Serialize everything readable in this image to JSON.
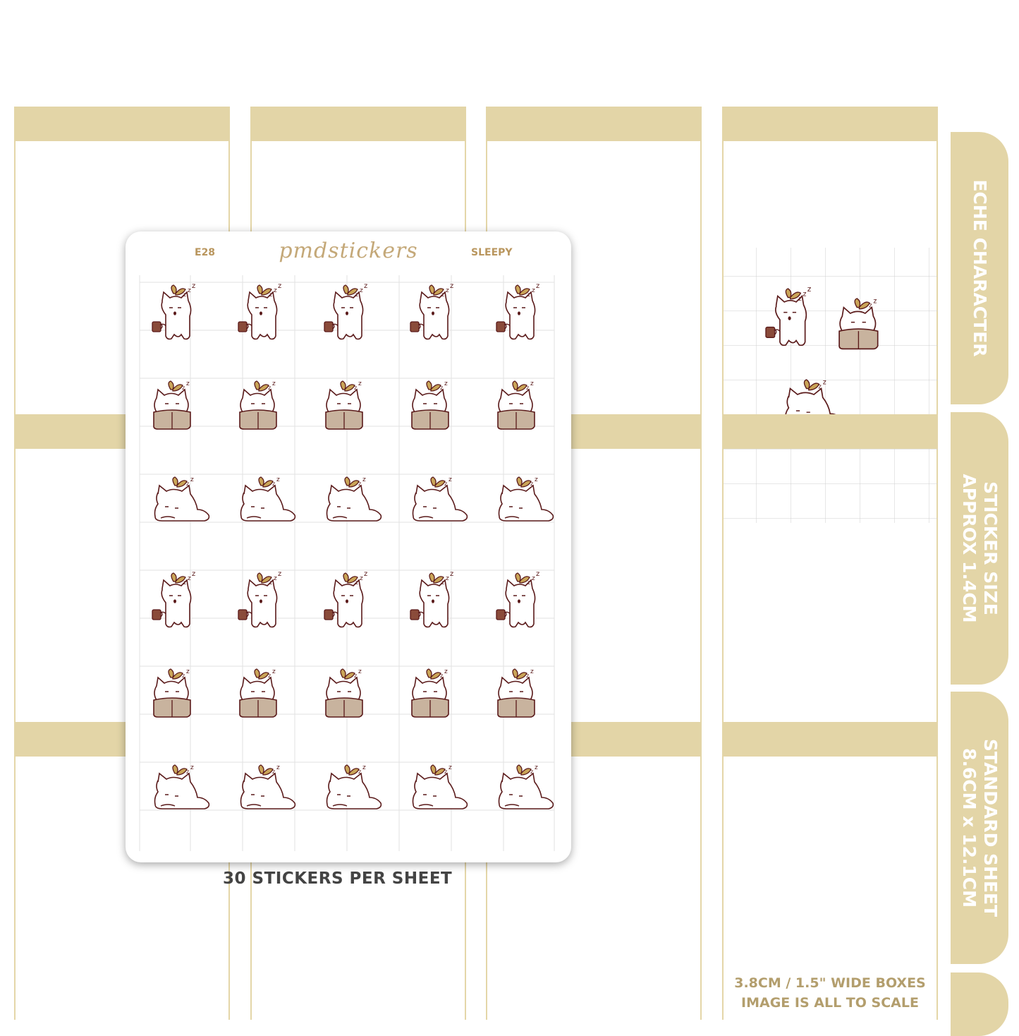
{
  "sheet": {
    "code": "E28",
    "brand": "pmdstickers",
    "name": "SLEEPY",
    "rows": [
      "cat-coffee-sticker",
      "cat-blanket-sticker",
      "cat-lying-sticker",
      "cat-coffee-sticker",
      "cat-blanket-sticker",
      "cat-lying-sticker"
    ],
    "stickers_per_row": 5
  },
  "caption": "30 STICKERS PER SHEET",
  "tabs": {
    "character": "ECHE CHARACTER",
    "size": "STICKER SIZE\nAPPROX 1.4CM",
    "standard": "STANDARD SHEET\n8.6CM x 12.1CM"
  },
  "note": {
    "line1": "3.8CM / 1.5\" WIDE BOXES",
    "line2": "IMAGE IS ALL TO SCALE"
  },
  "colors": {
    "band": "#e3d5a7",
    "brown_outline": "#5a1a1a",
    "leaf": "#c9a458",
    "blanket": "#c8b39e",
    "mug": "#8a4b3a"
  }
}
